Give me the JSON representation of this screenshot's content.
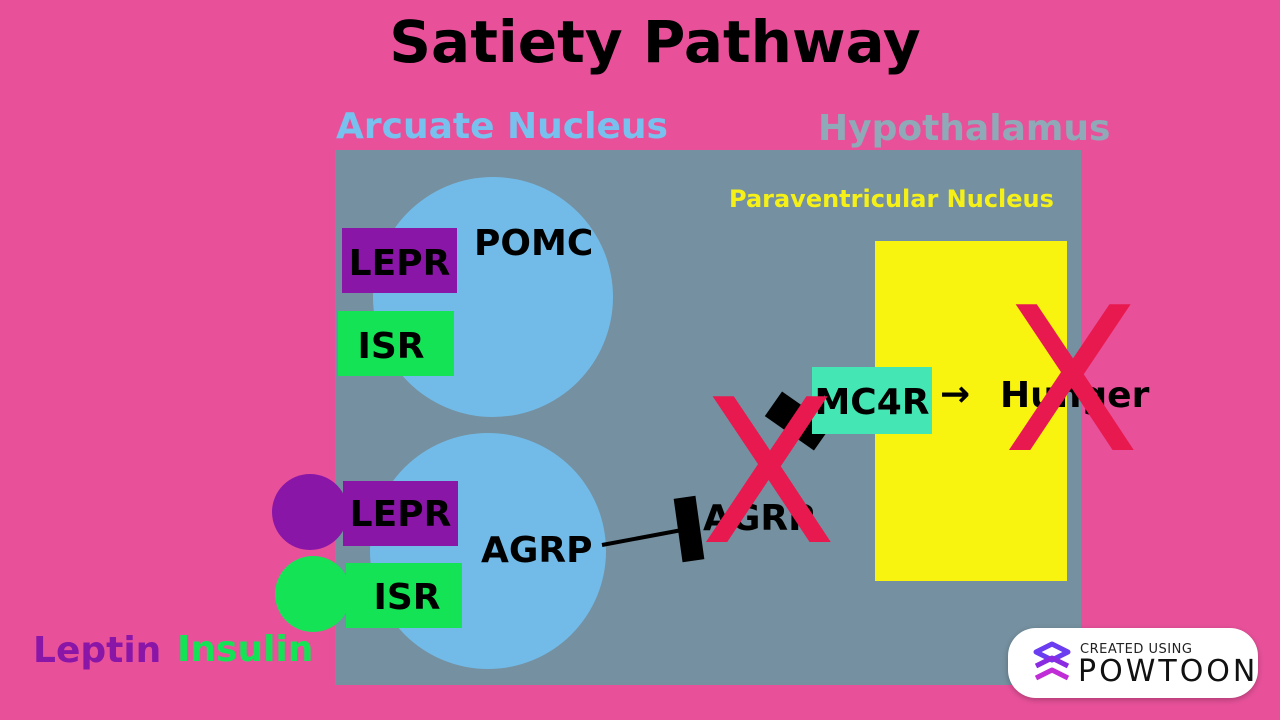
{
  "title": "Satiety Pathway",
  "regions": {
    "arcuate": "Arcuate Nucleus",
    "hypothalamus": "Hypothalamus",
    "paraventricular": "Paraventricular Nucleus"
  },
  "neurons": {
    "pomc": "POMC",
    "agrp": "AGRP"
  },
  "receptors": {
    "lepr_top": "LEPR",
    "isr_top": "ISR",
    "lepr_bottom": "LEPR",
    "isr_bottom": "ISR",
    "mc4r": "MC4R"
  },
  "signals": {
    "agrp_released": "AGRP",
    "hunger": "Hunger",
    "arrow": "→",
    "blocked_mark": "X"
  },
  "legend": {
    "leptin": "Leptin",
    "insulin": "Insulin"
  },
  "watermark": {
    "created_using": "CREATED USING",
    "brand": "POWTOON"
  },
  "colors": {
    "background": "#e8519a",
    "hypothalamus_box": "#7590a0",
    "neuron": "#72bbe8",
    "lepr": "#8a16a8",
    "isr": "#15e356",
    "mc4r": "#44e6b4",
    "paraventricular_box": "#f8f410",
    "arcuate_text": "#78c0ee",
    "hypothalamus_text": "#8fa9b8",
    "pvn_text": "#f4f018",
    "cross": "#e8194f",
    "leptin_text": "#8a16a8",
    "insulin_text": "#15e356"
  }
}
